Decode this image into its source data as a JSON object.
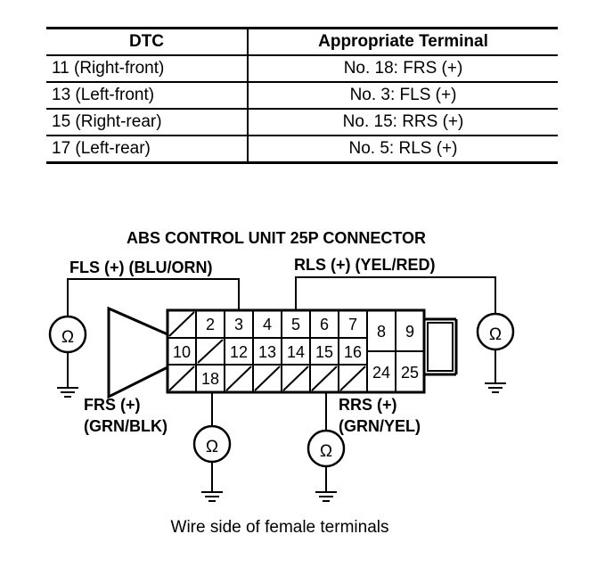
{
  "table": {
    "headers": [
      "DTC",
      "Appropriate Terminal"
    ],
    "rows": [
      {
        "dtc": "11 (Right-front)",
        "terminal": "No. 18: FRS (+)"
      },
      {
        "dtc": "13 (Left-front)",
        "terminal": "No. 3: FLS (+)"
      },
      {
        "dtc": "15 (Right-rear)",
        "terminal": "No. 15: RRS (+)"
      },
      {
        "dtc": "17 (Left-rear)",
        "terminal": "No. 5: RLS (+)"
      }
    ]
  },
  "diagram": {
    "title": "ABS CONTROL UNIT 25P CONNECTOR",
    "fls_label": "FLS (+) (BLU/ORN)",
    "rls_label": "RLS (+) (YEL/RED)",
    "frs_label_1": "FRS (+)",
    "frs_label_2": "(GRN/BLK)",
    "rrs_label_1": "RRS (+)",
    "rrs_label_2": "(GRN/YEL)",
    "ohm_symbol": "Ω",
    "caption": "Wire side of female terminals",
    "pins": {
      "p2": "2",
      "p3": "3",
      "p4": "4",
      "p5": "5",
      "p6": "6",
      "p7": "7",
      "p8": "8",
      "p9": "9",
      "p10": "10",
      "p12": "12",
      "p13": "13",
      "p14": "14",
      "p15": "15",
      "p16": "16",
      "p18": "18",
      "p24": "24",
      "p25": "25"
    }
  }
}
